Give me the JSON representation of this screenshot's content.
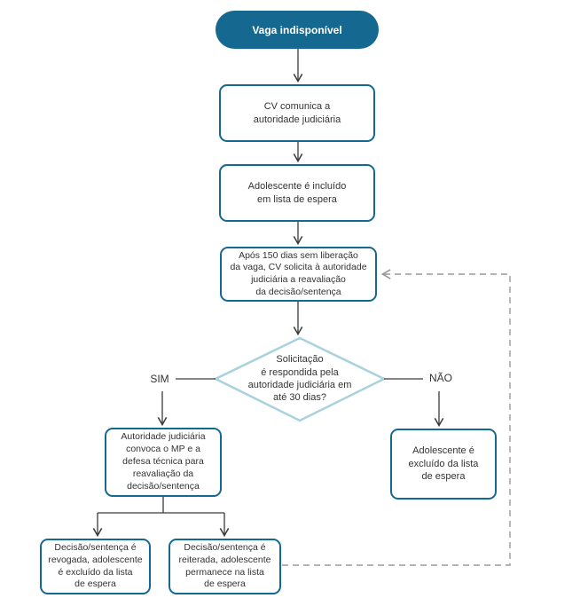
{
  "title": "Fluxograma - Vaga indisponível",
  "nodes": {
    "start": "Vaga indisponível",
    "notify": "CV comunica a\nautoridade judiciária",
    "waitlist": "Adolescente é incluído\nem lista de espera",
    "after150": "Após 150 dias sem liberação\nda vaga, CV solicita à autoridade\njudiciária a reavaliação\nda decisão/sentença",
    "decision": "Solicitação\né respondida pela\nautoridade judiciária em\naté 30 dias?",
    "convoke": "Autoridade judiciária\nconvoca o MP e a\ndefesa técnica para\nreavaliação da\ndecisão/sentença",
    "excluded_no": "Adolescente é\nexcluído da lista\nde espera",
    "revoked": "Decisão/sentença é\nrevogada, adolescente\né excluído da lista\nde espera",
    "reiterated": "Decisão/sentença é\nreiterada, adolescente\npermanece na lista\nde espera"
  },
  "branch_labels": {
    "yes": "SIM",
    "no": "NÃO"
  },
  "colors": {
    "primary_teal": "#15688f",
    "diamond_border": "#a9d2de",
    "arrow": "#3a3a3a",
    "dashed_loop": "#999999",
    "text": "#333333",
    "background": "#ffffff"
  }
}
